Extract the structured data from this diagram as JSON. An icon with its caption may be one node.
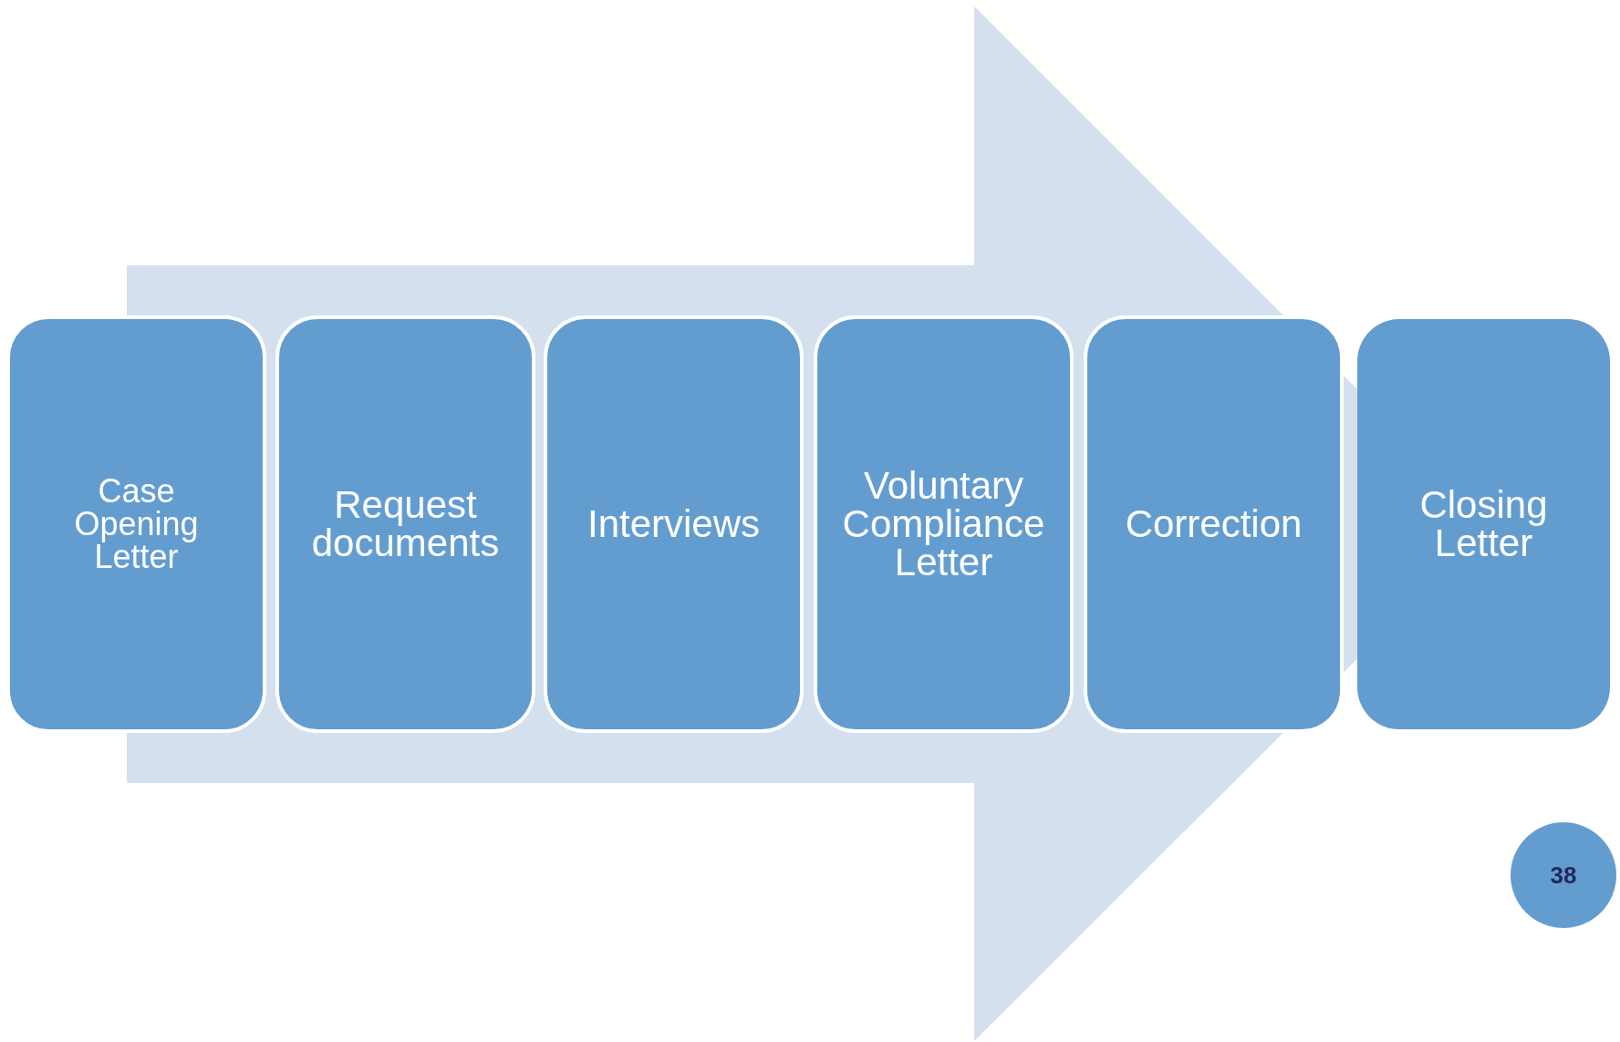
{
  "diagram": {
    "nodes": [
      {
        "text": [
          "Case Opening Letter"
        ]
      },
      {
        "text": [
          "Request documents"
        ]
      },
      {
        "text": [
          "Interviews"
        ]
      },
      {
        "text": [
          "Voluntary Compliance Letter"
        ]
      },
      {
        "text": [
          "Correction"
        ]
      },
      {
        "text": [
          "Closing Letter"
        ]
      },
      {
        "text": [
          "38"
        ]
      }
    ],
    "edges": [
      {
        "from": 0,
        "to": 5,
        "arrow": "to",
        "style": "thick"
      }
    ]
  }
}
